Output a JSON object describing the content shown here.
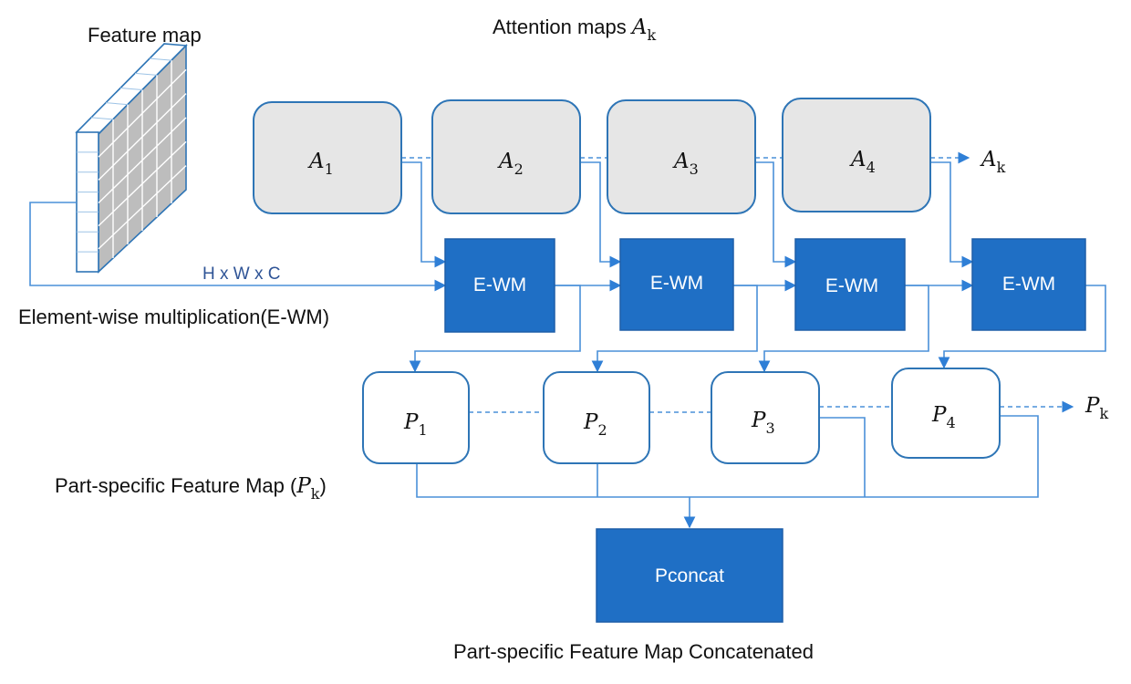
{
  "labels": {
    "feature_map": "Feature map",
    "attention_maps_text": "Attention maps ",
    "dims": "H x W x C",
    "ewm_caption": "Element-wise multiplication(E-WM)",
    "part_caption_text": "Part-specific Feature Map (",
    "part_caption_close": ")",
    "concat_caption": "Part-specific Feature Map Concatenated"
  },
  "symbols": {
    "A": "A",
    "P": "P",
    "k": "k",
    "Ak_out": "A",
    "Pk_out": "P"
  },
  "attention_boxes": [
    {
      "base": "A",
      "sub": "1"
    },
    {
      "base": "A",
      "sub": "2"
    },
    {
      "base": "A",
      "sub": "3"
    },
    {
      "base": "A",
      "sub": "4"
    }
  ],
  "ewm_boxes": [
    {
      "label": "E-WM"
    },
    {
      "label": "E-WM"
    },
    {
      "label": "E-WM"
    },
    {
      "label": "E-WM"
    }
  ],
  "part_boxes": [
    {
      "base": "P",
      "sub": "1"
    },
    {
      "base": "P",
      "sub": "2"
    },
    {
      "base": "P",
      "sub": "3"
    },
    {
      "base": "P",
      "sub": "4"
    }
  ],
  "concat_box": {
    "label": "Pconcat"
  },
  "colors": {
    "accent_blue": "#1f6fc5",
    "wire_blue": "#4a90d9",
    "attention_fill": "#e6e6e6",
    "border_blue": "#2e75b6"
  }
}
